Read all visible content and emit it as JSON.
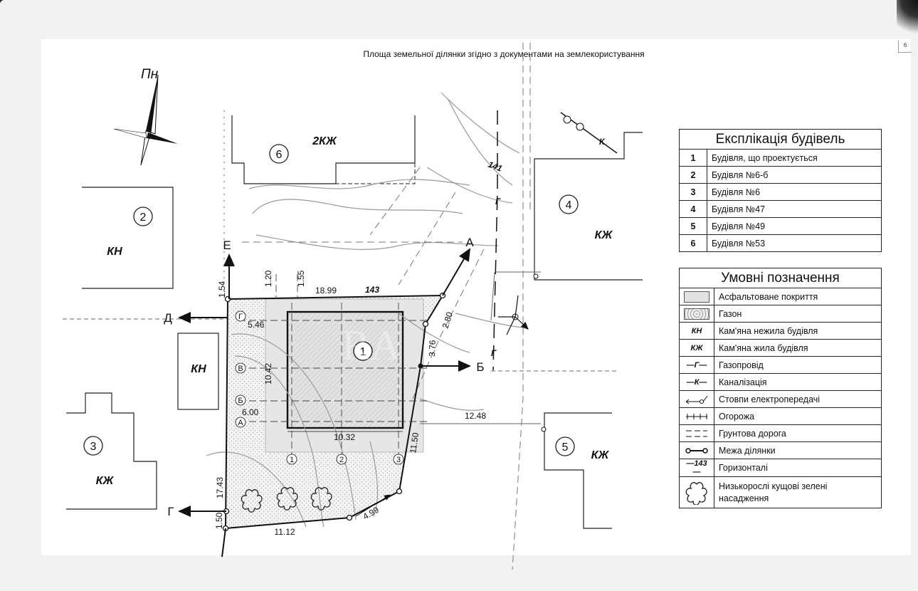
{
  "title": "Площа земельної ділянки згідно з документами на землекористування",
  "page_number": "6",
  "north_label": "Пн",
  "watermark": "RA",
  "buildings": [
    {
      "no": "1",
      "type": ""
    },
    {
      "no": "2",
      "type": "КН"
    },
    {
      "no": "3",
      "type": "КЖ"
    },
    {
      "no": "4",
      "type": "КЖ"
    },
    {
      "no": "5",
      "type": "КЖ"
    },
    {
      "no": "6",
      "type": "2КЖ"
    }
  ],
  "kn_building_label": "КН",
  "dimensions": {
    "d1_20": "1.20",
    "d1_55": "1.55",
    "d1_54": "1.54",
    "d18_99": "18.99",
    "d2_80": "2.80",
    "d3_76": "3.76",
    "d5_46": "5.46",
    "d10_42": "10.42",
    "d6_00": "6.00",
    "d10_32": "10.32",
    "d12_48": "12.48",
    "d11_50": "11.50",
    "d17_43": "17.43",
    "d1_50": "1.50",
    "d11_12": "11.12",
    "d4_99": "4.99"
  },
  "contours": {
    "c143": "143",
    "c141": "141"
  },
  "axes": {
    "letters": [
      "А",
      "Б",
      "В",
      "Г",
      "Д",
      "Е"
    ],
    "grid_letters": [
      "Г",
      "В",
      "Б",
      "А"
    ],
    "grid_numbers": [
      "1",
      "2",
      "3"
    ]
  },
  "utility_labels": {
    "gas": "Г",
    "sewer": "К"
  },
  "explication": {
    "title": "Експлікація будівель",
    "rows": [
      {
        "no": "1",
        "name": "Будівля, що проектується"
      },
      {
        "no": "2",
        "name": "Будівля №6-б"
      },
      {
        "no": "3",
        "name": "Будівля №6"
      },
      {
        "no": "4",
        "name": "Будівля №47"
      },
      {
        "no": "5",
        "name": "Будівля №49"
      },
      {
        "no": "6",
        "name": "Будівля №53"
      }
    ]
  },
  "legend": {
    "title": "Умовні позначення",
    "items": [
      {
        "symbol": "asphalt",
        "label": "Асфальтоване покриття"
      },
      {
        "symbol": "lawn",
        "label": "Газон"
      },
      {
        "symbol": "КН",
        "label": "Кам'яна нежила будівля"
      },
      {
        "symbol": "КЖ",
        "label": "Кам'яна жила будівля"
      },
      {
        "symbol": "—Г—",
        "label": "Газопровід"
      },
      {
        "symbol": "—К—",
        "label": "Каналізація"
      },
      {
        "symbol": "pole",
        "label": "Стовпи електропередачі"
      },
      {
        "symbol": "fence",
        "label": "Огорожа"
      },
      {
        "symbol": "dirt-road",
        "label": "Грунтова дорога"
      },
      {
        "symbol": "boundary",
        "label": "Межа ділянки"
      },
      {
        "symbol": "—143—",
        "label": "Горизонталі"
      },
      {
        "symbol": "shrub",
        "label": "Низькорослі кущові зелені насадження"
      }
    ]
  }
}
